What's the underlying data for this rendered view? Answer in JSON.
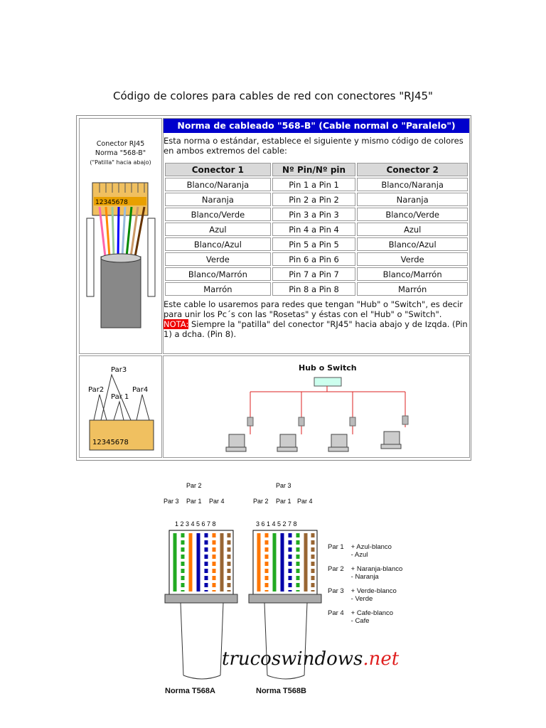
{
  "title": "Código de colores para cables de red con conectores \"RJ45\"",
  "connector_caption": [
    "Conector RJ45",
    "Norma \"568-B\"",
    "(\"Patilla\" hacia abajo)"
  ],
  "pin_digits": "12345678",
  "table": {
    "header": "Norma de cableado \"568-B\" (Cable normal o \"Paralelo\")",
    "intro": "Esta norma o estándar, establece el siguiente y mismo código de colores en ambos extremos del cable:",
    "columns": [
      "Conector 1",
      "Nº Pin/Nº pin",
      "Conector 2"
    ],
    "rows": [
      [
        "Blanco/Naranja",
        "Pin 1 a Pin 1",
        "Blanco/Naranja"
      ],
      [
        "Naranja",
        "Pin 2 a Pin 2",
        "Naranja"
      ],
      [
        "Blanco/Verde",
        "Pin 3 a Pin 3",
        "Blanco/Verde"
      ],
      [
        "Azul",
        "Pin 4 a Pin 4",
        "Azul"
      ],
      [
        "Blanco/Azul",
        "Pin 5 a Pin 5",
        "Blanco/Azul"
      ],
      [
        "Verde",
        "Pin 6 a Pin 6",
        "Verde"
      ],
      [
        "Blanco/Marrón",
        "Pin 7 a Pin 7",
        "Blanco/Marrón"
      ],
      [
        "Marrón",
        "Pin 8 a Pin 8",
        "Marrón"
      ]
    ],
    "usage_note": "Este cable lo usaremos para redes que tengan \"Hub\" o \"Switch\", es decir para unir los Pc´s con las \"Rosetas\" y éstas con el \"Hub\" o \"Switch\".",
    "nota_label": "NOTA:",
    "nota_text": " Siempre la \"patilla\" del conector \"RJ45\" hacia abajo y de Izqda. (Pin 1) a dcha. (Pin 8)."
  },
  "pairs_diagram": {
    "par3": "Par3",
    "par2": "Par2",
    "par1": "Par 1",
    "par4": "Par4"
  },
  "hub_label": "Hub o Switch",
  "bottom": {
    "left_pairs": {
      "par2": "Par 2",
      "par3": "Par 3",
      "par1": "Par 1",
      "par4": "Par 4",
      "pins": "1 2 3 4 5 6 7 8"
    },
    "right_pairs": {
      "par3": "Par 3",
      "par2": "Par 2",
      "par1": "Par 1",
      "par4": "Par 4",
      "pins": "3 6 1 4 5 2 7 8"
    },
    "caption_a": "Norma T568A",
    "caption_b": "Norma T568B",
    "legend": [
      {
        "par": "Par 1",
        "plus": "+  Azul-blanco",
        "minus": "-  Azul"
      },
      {
        "par": "Par 2",
        "plus": "+  Naranja-blanco",
        "minus": "-  Naranja"
      },
      {
        "par": "Par 3",
        "plus": "+  Verde-blanco",
        "minus": "-  Verde"
      },
      {
        "par": "Par 4",
        "plus": "+  Cafe-blanco",
        "minus": "-  Cafe"
      }
    ],
    "brand_main": "trucoswindows",
    "brand_tld": ".net"
  },
  "colors": {
    "header_blue": "#0000cc",
    "nota_red": "#e00000",
    "brand_red": "#e02020"
  }
}
